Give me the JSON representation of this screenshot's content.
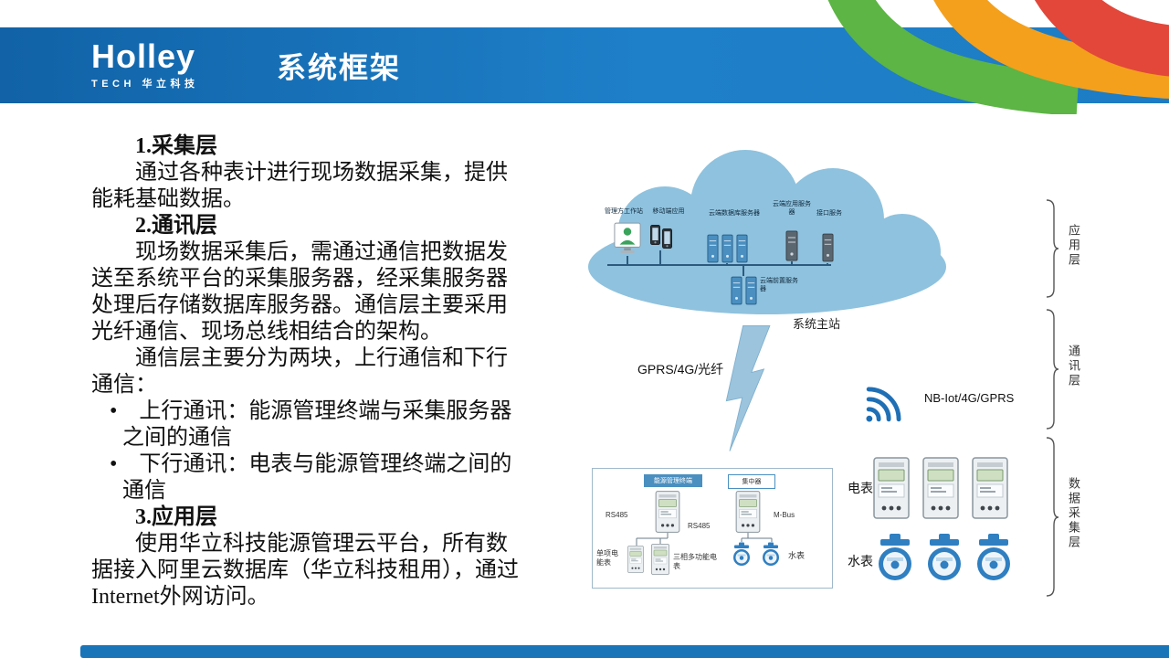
{
  "header": {
    "logo_brand": "Holley",
    "logo_sub": "TECH 华立科技",
    "title": "系统框架"
  },
  "content": {
    "s1_heading": "1.采集层",
    "s1_p1": "通过各种表计进行现场数据采集，提供能耗基础数据。",
    "s2_heading": "2.通讯层",
    "s2_p1": "现场数据采集后，需通过通信把数据发送至系统平台的采集服务器，经采集服务器处理后存储数据库服务器。通信层主要采用光纤通信、现场总线相结合的架构。",
    "s2_p2": "通信层主要分为两块，上行通信和下行通信：",
    "s2_b1": "•　上行通讯：能源管理终端与采集服务器之间的通信",
    "s2_b2": "•　下行通讯：电表与能源管理终端之间的通信",
    "s3_heading": "3.应用层",
    "s3_p1": "使用华立科技能源管理云平台，所有数据接入阿里云数据库（华立科技租用），通过Internet外网访问。"
  },
  "diagram": {
    "cloud": {
      "workstation_label": "管理方工作站",
      "mobile_label": "移动端应用",
      "db_server_label": "云端数据库服务器",
      "app_server_label": "云端应用服务器",
      "interface_label": "接口服务",
      "front_server_label": "云端前置服务器"
    },
    "main_station_label": "系统主站",
    "uplink_label": "GPRS/4G/光纤",
    "wireless_label": "NB-Iot/4G/GPRS",
    "terminal_box": {
      "gateway_label": "能源管理终端",
      "collector_label": "集中器",
      "rs485_a": "RS485",
      "rs485_b": "RS485",
      "mbus_label": "M-Bus",
      "single_meter_label": "单项电能表",
      "three_phase_label": "三相多功能电表",
      "water_label": "水表"
    },
    "meter_grid": {
      "electric_label": "电表",
      "water_label": "水表"
    },
    "layers": [
      "应用层",
      "通讯层",
      "数据采集层"
    ]
  },
  "colors": {
    "header_blue": "#1d7cc4",
    "swoosh_green": "#5cb544",
    "swoosh_orange": "#f4a01c",
    "swoosh_red": "#e2473a",
    "cloud_blue": "#8fc2de",
    "device_blue": "#4a8fc0",
    "meter_water_blue": "#2f7fc1"
  }
}
